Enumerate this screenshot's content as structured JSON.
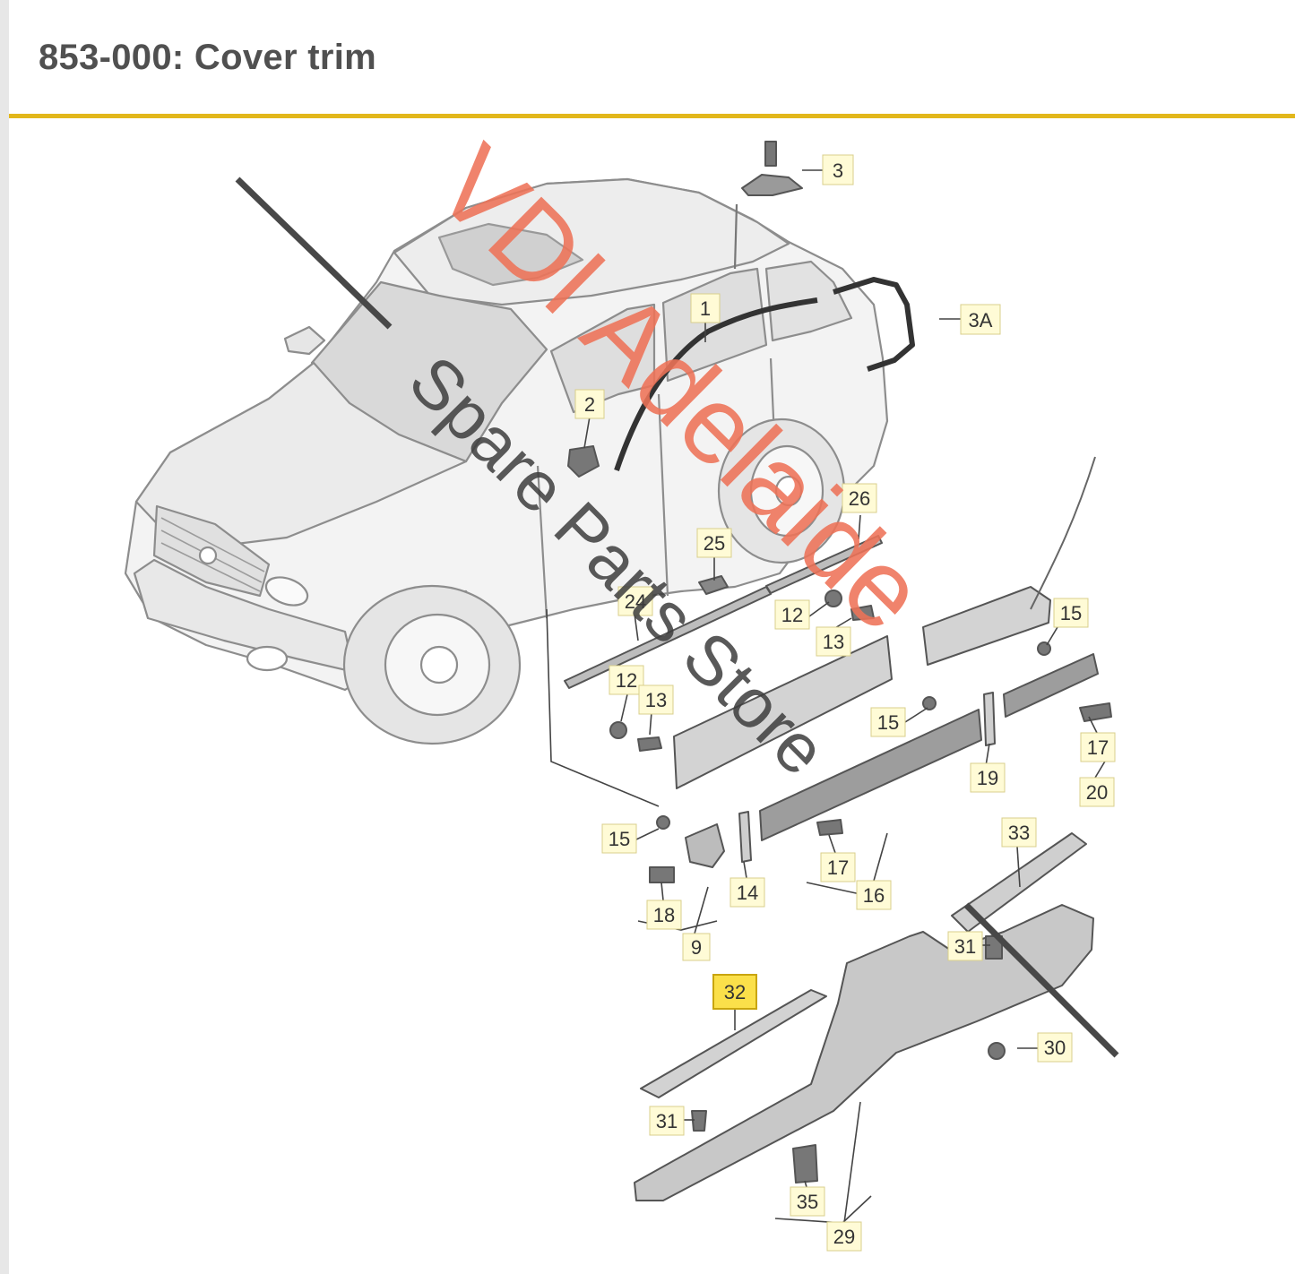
{
  "header": {
    "title": "853-000: Cover trim"
  },
  "callouts": [
    {
      "key": "c3",
      "label": "3"
    },
    {
      "key": "c3a",
      "label": "3A"
    },
    {
      "key": "c1",
      "label": "1"
    },
    {
      "key": "c2",
      "label": "2"
    },
    {
      "key": "c26",
      "label": "26"
    },
    {
      "key": "c25",
      "label": "25"
    },
    {
      "key": "c24",
      "label": "24"
    },
    {
      "key": "c12a",
      "label": "12"
    },
    {
      "key": "c13a",
      "label": "13"
    },
    {
      "key": "c12b",
      "label": "12"
    },
    {
      "key": "c13b",
      "label": "13"
    },
    {
      "key": "c15a",
      "label": "15"
    },
    {
      "key": "c15b",
      "label": "15"
    },
    {
      "key": "c15c",
      "label": "15"
    },
    {
      "key": "c17a",
      "label": "17"
    },
    {
      "key": "c17b",
      "label": "17"
    },
    {
      "key": "c19",
      "label": "19"
    },
    {
      "key": "c20",
      "label": "20"
    },
    {
      "key": "c14",
      "label": "14"
    },
    {
      "key": "c16",
      "label": "16"
    },
    {
      "key": "c18",
      "label": "18"
    },
    {
      "key": "c9",
      "label": "9"
    },
    {
      "key": "c33",
      "label": "33"
    },
    {
      "key": "c31a",
      "label": "31"
    },
    {
      "key": "c32",
      "label": "32"
    },
    {
      "key": "c30",
      "label": "30"
    },
    {
      "key": "c31b",
      "label": "31"
    },
    {
      "key": "c35",
      "label": "35"
    },
    {
      "key": "c29",
      "label": "29"
    }
  ],
  "watermark": {
    "brand": "VDI Adelaide",
    "tagline": "Spare Parts Store"
  },
  "colors": {
    "title": "#505050",
    "rule": "#e2b71b",
    "watermark_red": "#ee7358",
    "watermark_grey": "#3d3d3d",
    "callout_box": "#fffbd6",
    "callout_highlight": "#fbe04a"
  }
}
